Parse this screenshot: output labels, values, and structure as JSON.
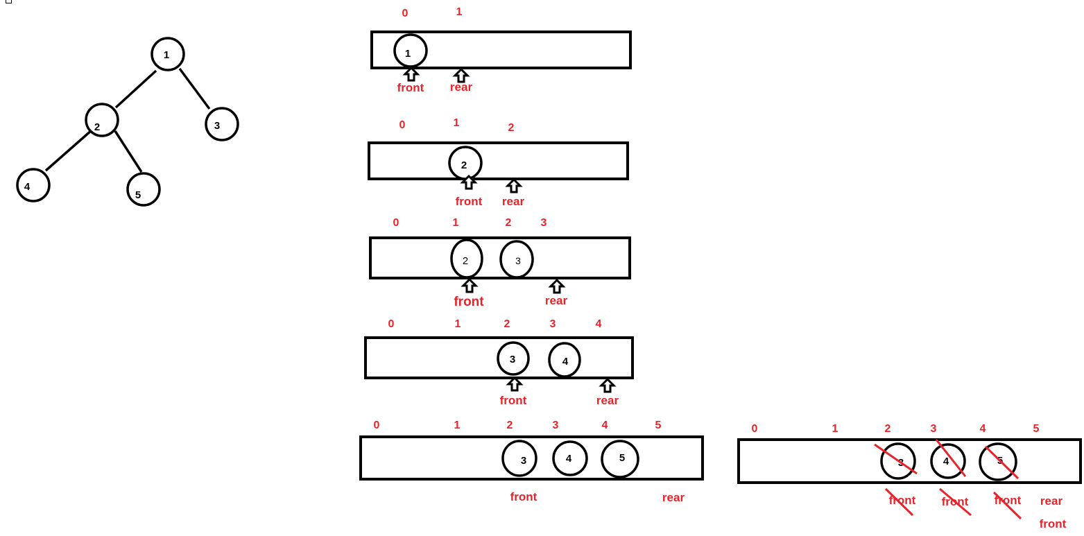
{
  "tree": {
    "nodes": [
      {
        "id": "1",
        "label": "1"
      },
      {
        "id": "2",
        "label": "2"
      },
      {
        "id": "3",
        "label": "3"
      },
      {
        "id": "4",
        "label": "4"
      },
      {
        "id": "5",
        "label": "5"
      }
    ],
    "edges": [
      [
        "1",
        "2"
      ],
      [
        "1",
        "3"
      ],
      [
        "2",
        "4"
      ],
      [
        "2",
        "5"
      ]
    ]
  },
  "queue_states": [
    {
      "indices": [
        "0",
        "1"
      ],
      "items": [
        "1"
      ],
      "pointers": [
        "front",
        "rear"
      ]
    },
    {
      "indices": [
        "0",
        "1",
        "2"
      ],
      "items": [
        "2"
      ],
      "pointers": [
        "front",
        "rear"
      ]
    },
    {
      "indices": [
        "0",
        "1",
        "2",
        "3"
      ],
      "items": [
        "2",
        "3"
      ],
      "pointers": [
        "front",
        "rear"
      ]
    },
    {
      "indices": [
        "0",
        "1",
        "2",
        "3",
        "4"
      ],
      "items": [
        "3",
        "4"
      ],
      "pointers": [
        "front",
        "rear"
      ]
    },
    {
      "indices": [
        "0",
        "1",
        "2",
        "3",
        "4",
        "5"
      ],
      "items": [
        "3",
        "4",
        "5"
      ],
      "pointers": [
        "front",
        "rear"
      ]
    },
    {
      "indices": [
        "0",
        "1",
        "2",
        "3",
        "4",
        "5"
      ],
      "items": [
        "3",
        "4",
        "5"
      ],
      "items_struck": true,
      "pointers": [
        "front",
        "front",
        "front",
        "rear",
        "front"
      ]
    }
  ],
  "colors": {
    "label": "#e8232a",
    "stroke": "#000000"
  }
}
